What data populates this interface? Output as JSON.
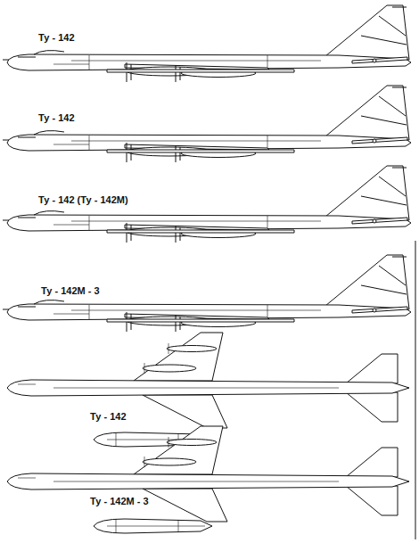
{
  "diagram": {
    "labels": [
      "Ту - 142",
      "Ту - 142",
      "Ту - 142 (Ту - 142М)",
      "Ту - 142М - 3",
      "Ту - 142",
      "Ту - 142М - 3"
    ]
  }
}
